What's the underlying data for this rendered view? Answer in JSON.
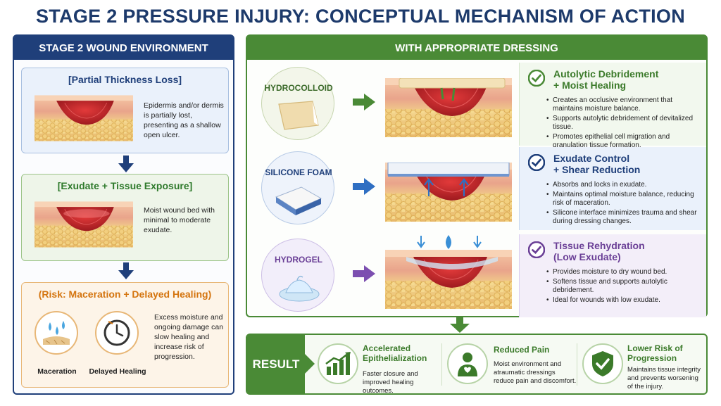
{
  "title": "STAGE 2 PRESSURE INJURY: CONCEPTUAL MECHANISM OF ACTION",
  "left": {
    "header": "STAGE 2 WOUND ENVIRONMENT",
    "card1": {
      "title": "[Partial Thickness Loss]",
      "text": "Epidermis and/or dermis is partially lost, presenting as a shallow open ulcer."
    },
    "card2": {
      "title": "[Exudate + Tissue Exposure]",
      "text": "Moist wound bed with minimal to moderate exudate."
    },
    "card3": {
      "title": "(Risk: Maceration + Delayed Healing)",
      "text": "Excess moisture and ongoing damage can slow healing and increase risk of progression.",
      "label_a": "Maceration",
      "label_b": "Delayed Healing"
    }
  },
  "right": {
    "header": "WITH APPROPRIATE DRESSING",
    "rows": [
      {
        "dressing": "HYDROCOLLOID",
        "title1": "Autolytic Debridement",
        "title2": "+ Moist Healing",
        "bullets": [
          "Creates an occlusive environment that maintains moisture balance.",
          "Supports autolytic debridement of devitalized tissue.",
          "Promotes epithelial cell migration and granulation tissue formation."
        ]
      },
      {
        "dressing": "SILICONE FOAM",
        "title1": "Exudate Control",
        "title2": "+ Shear Reduction",
        "bullets": [
          "Absorbs and locks in exudate.",
          "Maintains optimal moisture balance, reducing risk of maceration.",
          "Silicone interface minimizes trauma and shear during dressing changes."
        ]
      },
      {
        "dressing": "HYDROGEL",
        "title1": "Tissue Rehydration",
        "title2": "(Low Exudate)",
        "bullets": [
          "Provides moisture to dry wound bed.",
          "Softens tissue and supports autolytic debridement.",
          "Ideal for wounds with low exudate."
        ]
      }
    ]
  },
  "result": {
    "label": "RESULT",
    "items": [
      {
        "title1": "Accelerated",
        "title2": "Epithelialization",
        "desc1": "Faster closure and",
        "desc2": "improved healing outcomes."
      },
      {
        "title1": "Reduced Pain",
        "title2": "",
        "desc1": "Moist environment and",
        "desc2": "atraumatic dressings",
        "desc3": "reduce pain and discomfort."
      },
      {
        "title1": "Lower Risk of",
        "title2": "Progression",
        "desc1": "Maintains tissue integrity",
        "desc2": "and prevents worsening",
        "desc3": "of the injury."
      }
    ]
  },
  "colors": {
    "navy": "#1f3f7a",
    "green": "#4a8a36",
    "orange": "#d4740e",
    "purple": "#6a3f96",
    "wound": "#c0262b"
  }
}
